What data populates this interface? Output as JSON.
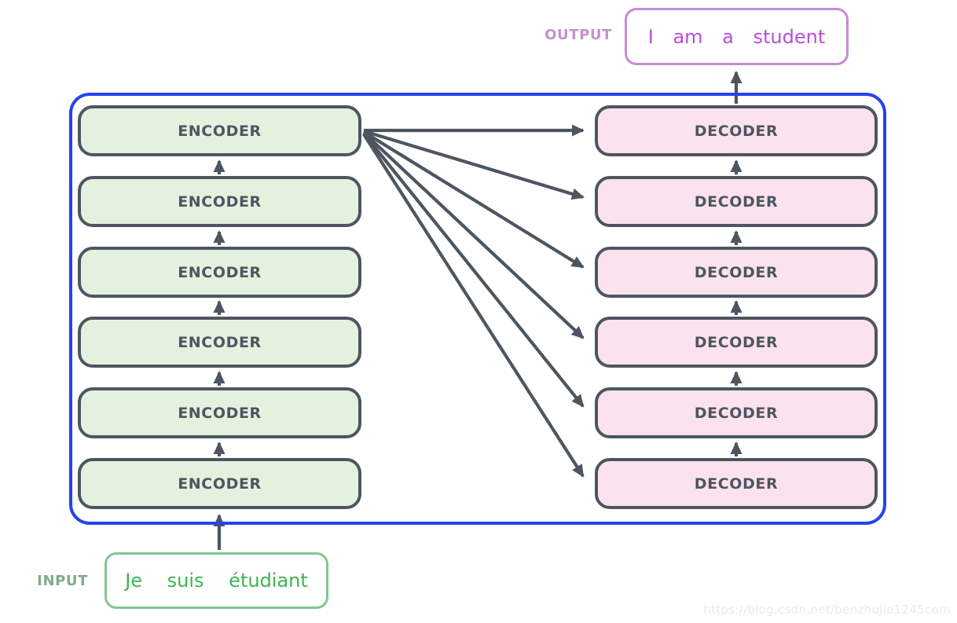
{
  "output": {
    "label": "OUTPUT",
    "text": "I am a student"
  },
  "input": {
    "label": "INPUT",
    "text": "Je suis étudiant"
  },
  "encoders": [
    "ENCODER",
    "ENCODER",
    "ENCODER",
    "ENCODER",
    "ENCODER",
    "ENCODER"
  ],
  "decoders": [
    "DECODER",
    "DECODER",
    "DECODER",
    "DECODER",
    "DECODER",
    "DECODER"
  ],
  "watermark": "https://blog.csdn.net/benzhujie1245com",
  "colors": {
    "container_border": "#2543ee",
    "box_border": "#4d5660",
    "box_text": "#4d5660",
    "arrow": "#4d5660",
    "encoder_fill": "#e4f1df",
    "decoder_fill": "#fbe2ee",
    "output_border": "#c98ad6",
    "output_text": "#b84fd8",
    "output_label": "#c690cf",
    "input_border": "#7fc791",
    "input_text": "#3cb552",
    "input_label": "#83a98b",
    "watermark_text": "#eaeaea"
  }
}
